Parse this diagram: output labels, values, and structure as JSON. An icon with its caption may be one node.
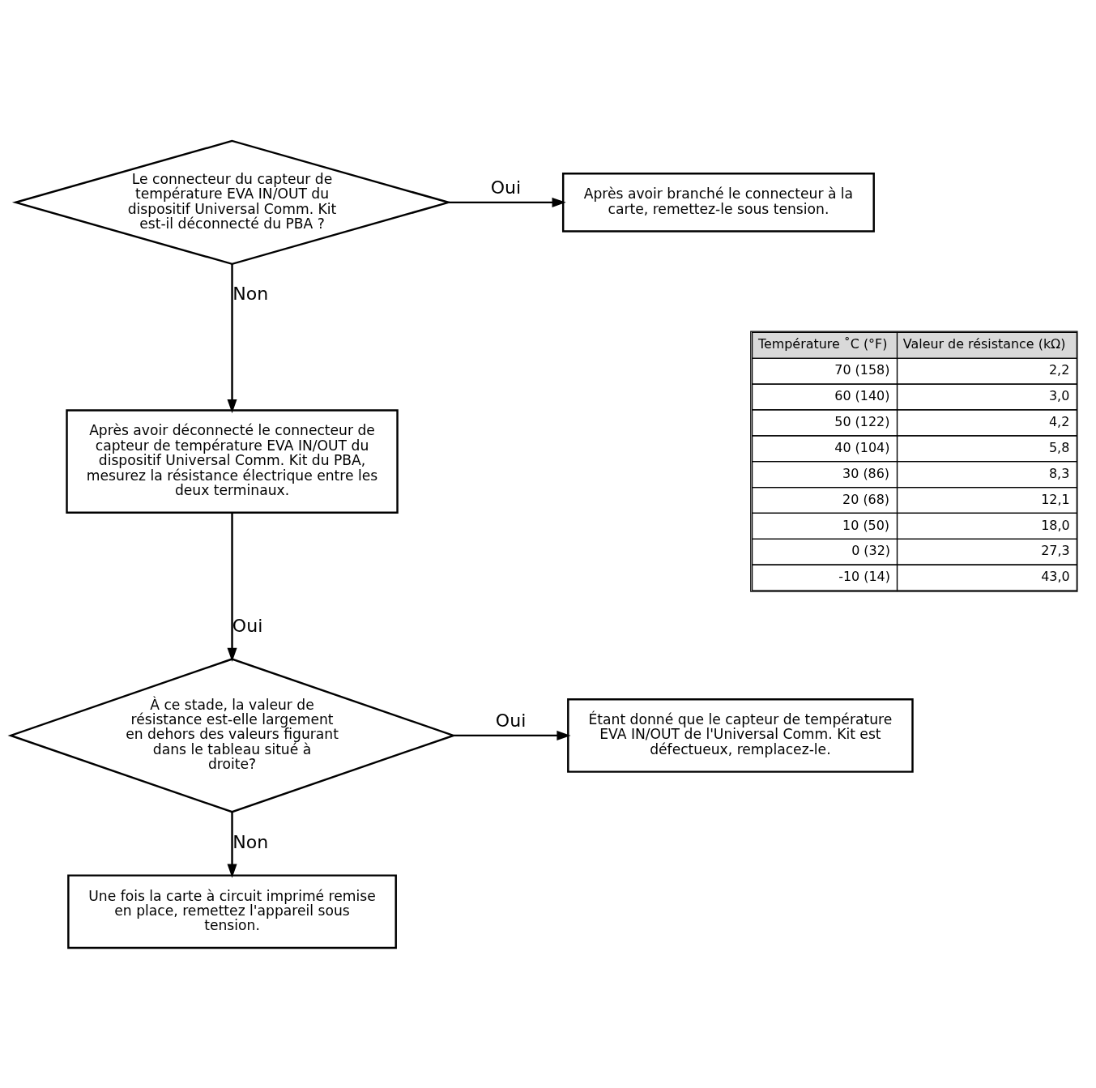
{
  "diagram": {
    "nodes": [
      {
        "text": [
          "Le connecteur du capteur de température EVA IN/OUT du dispositif Universal Comm. Kit est-il déconnecté du PBA ?"
        ]
      },
      {
        "text": [
          "Après avoir branché le connecteur à la carte, remettez-le sous tension."
        ]
      },
      {
        "text": [
          "Après avoir déconnecté le connecteur de capteur de température EVA IN/OUT du dispositif Universal Comm. Kit du PBA, mesurez la résistance électrique entre les deux terminaux."
        ]
      },
      {
        "text": [
          "À ce stade, la valeur de résistance est-elle largement en dehors des valeurs figurant dans le tableau situé à droite?"
        ]
      },
      {
        "text": [
          "Une fois la carte à circuit imprimé remise en place, remettez l'appareil sous tension."
        ]
      },
      {
        "text": [
          "Étant donné que le capteur de température EVA IN/OUT de l'Universal Comm. Kit est défectueux, remplacez-le."
        ]
      }
    ],
    "edges": [
      {
        "from": 0,
        "to": 1,
        "arrow": "to",
        "label": "Oui"
      },
      {
        "from": 0,
        "to": 2,
        "arrow": "to",
        "label": "Non"
      },
      {
        "from": 2,
        "to": 3,
        "arrow": "to",
        "label": "Oui"
      },
      {
        "from": 3,
        "to": 4,
        "arrow": "to",
        "label": "Non"
      },
      {
        "from": 3,
        "to": 5,
        "arrow": "to",
        "label": "Oui"
      }
    ],
    "labels": [
      "Température ˚C (°F)",
      "Valeur de résistance (kΩ)",
      "70 (158)",
      "2,2",
      "60 (140)",
      "3,0",
      "50 (122)",
      "4,2",
      "40 (104)",
      "5,8",
      "30 (86)",
      "8,3",
      "20 (68)",
      "12,1",
      "10 (50)",
      "18,0",
      "0 (32)",
      "27,3",
      "-10 (14)",
      "43,0"
    ]
  }
}
